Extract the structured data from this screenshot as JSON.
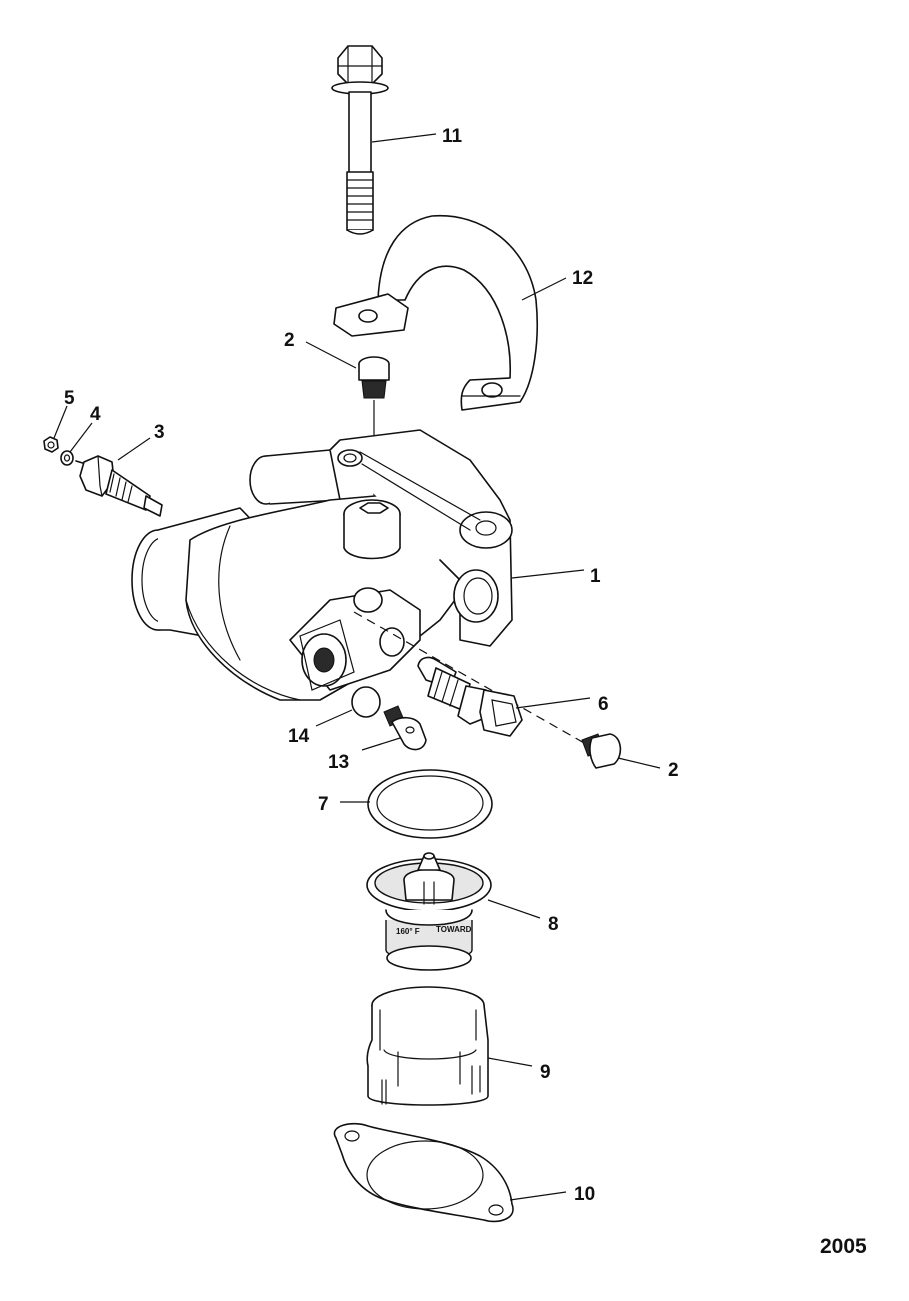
{
  "diagram_code": "2005",
  "thermostat_stamp": {
    "temperature": "160° F",
    "direction": "TOWARD"
  },
  "callouts": [
    {
      "id": "callout-11",
      "label": "11"
    },
    {
      "id": "callout-12",
      "label": "12"
    },
    {
      "id": "callout-2-top",
      "label": "2"
    },
    {
      "id": "callout-5",
      "label": "5"
    },
    {
      "id": "callout-4",
      "label": "4"
    },
    {
      "id": "callout-3",
      "label": "3"
    },
    {
      "id": "callout-1",
      "label": "1"
    },
    {
      "id": "callout-6",
      "label": "6"
    },
    {
      "id": "callout-14",
      "label": "14"
    },
    {
      "id": "callout-13",
      "label": "13"
    },
    {
      "id": "callout-2-bottom",
      "label": "2"
    },
    {
      "id": "callout-7",
      "label": "7"
    },
    {
      "id": "callout-8",
      "label": "8"
    },
    {
      "id": "callout-9",
      "label": "9"
    },
    {
      "id": "callout-10",
      "label": "10"
    }
  ]
}
